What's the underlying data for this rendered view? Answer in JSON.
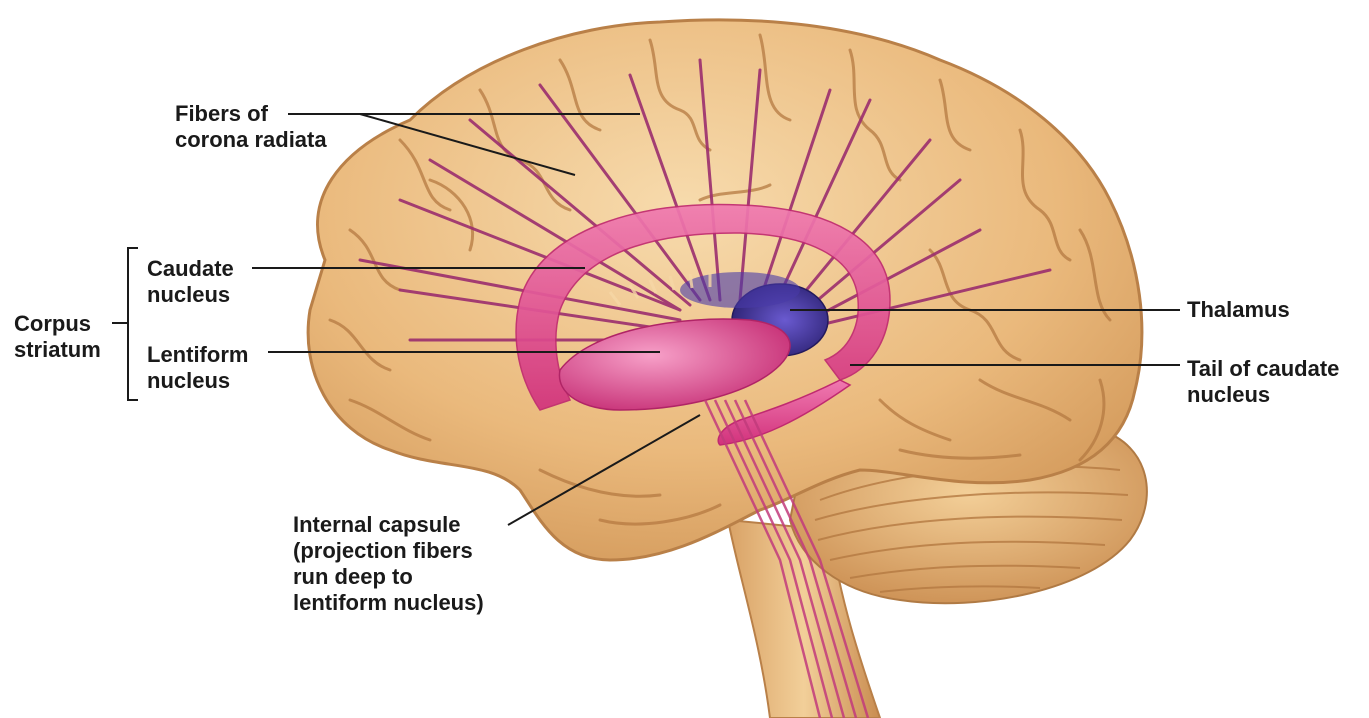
{
  "labels": {
    "fibers_corona_radiata": {
      "line1": "Fibers of",
      "line2": "corona radiata"
    },
    "caudate_nucleus": {
      "line1": "Caudate",
      "line2": "nucleus"
    },
    "corpus_striatum": {
      "line1": "Corpus",
      "line2": "striatum"
    },
    "lentiform_nucleus": {
      "line1": "Lentiform",
      "line2": "nucleus"
    },
    "thalamus": {
      "line1": "Thalamus"
    },
    "tail_of_caudate_nucleus": {
      "line1": "Tail of caudate",
      "line2": "nucleus"
    },
    "internal_capsule": {
      "line1": "Internal capsule",
      "line2": "(projection fibers",
      "line3": "run deep to",
      "line4": "lentiform nucleus)"
    }
  },
  "colors": {
    "brain_surface": "#e9b97a",
    "brain_highlight": "#f6d7a6",
    "sulcus": "#b9804a",
    "caudate": "#e0458c",
    "lentiform": "#d6337a",
    "thalamus": "#3c2f94",
    "fibers": "#9b2e6e",
    "leader_line": "#1a1a1a"
  }
}
